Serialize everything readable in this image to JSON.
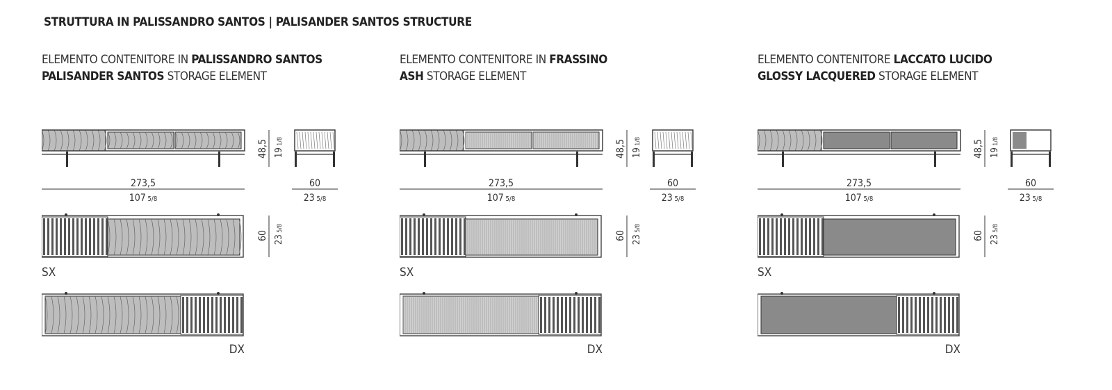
{
  "header": {
    "title": "STRUTTURA IN PALISSANDRO SANTOS | PALISANDER SANTOS STRUCTURE"
  },
  "colors": {
    "line": "#333333",
    "wood_fill": "#bdbdbd",
    "ash_fill": "#d0d0d0",
    "lacquer_fill": "#8a8a8a",
    "slat_fill": "#555555"
  },
  "columns": [
    {
      "title_line1_prefix": "ELEMENTO CONTENITORE IN ",
      "title_line1_bold": "PALISSANDRO SANTOS",
      "title_line2_bold": "PALISANDER SANTOS",
      "title_line2_suffix": " STORAGE ELEMENT",
      "finish": "palisander"
    },
    {
      "title_line1_prefix": "ELEMENTO CONTENITORE IN ",
      "title_line1_bold": "FRASSINO",
      "title_line2_bold": "ASH",
      "title_line2_suffix": " STORAGE ELEMENT",
      "finish": "ash"
    },
    {
      "title_line1_prefix": "ELEMENTO CONTENITORE ",
      "title_line1_bold": "LACCATO LUCIDO",
      "title_line2_bold": "GLOSSY LACQUERED",
      "title_line2_suffix": " STORAGE ELEMENT",
      "finish": "lacquer"
    }
  ],
  "dimensions": {
    "height_cm": "48,5",
    "height_in": "19 1/8",
    "width_cm": "273,5",
    "width_in": "107 5/8",
    "depth_cm": "60",
    "depth_in": "23 5/8",
    "plan_depth_cm": "60",
    "plan_depth_in": "23 5/8"
  },
  "labels": {
    "left": "SX",
    "right": "DX"
  }
}
